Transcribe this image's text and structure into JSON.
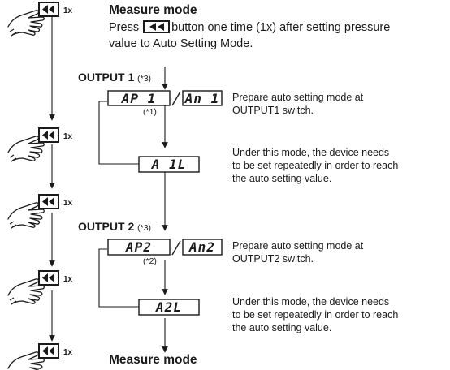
{
  "measure_mode_top": {
    "title": "Measure mode",
    "press_prefix": "Press",
    "press_rest_line1": "button one time (1x) after setting pressure",
    "line2": "value to Auto Setting Mode.",
    "button_icon": "rewind-button-icon"
  },
  "press_count": "1x",
  "hand_icon": "pressing-hand-icon",
  "output1": {
    "label": "OUTPUT 1",
    "note": "(*3)",
    "display_a": "AP 1",
    "display_b": "An 1",
    "sub_note": "(*1)",
    "display_c": "A 1L",
    "prepare_text": [
      "Prepare auto setting mode at",
      "OUTPUT1 switch."
    ],
    "repeat_text": [
      "Under this mode, the device needs",
      "to be set repeatedly in order to reach",
      "the auto setting value."
    ]
  },
  "output2": {
    "label": "OUTPUT 2",
    "note": "(*3)",
    "display_a": "AP2",
    "display_b": "An2",
    "sub_note": "(*2)",
    "display_c": "A2L",
    "prepare_text": [
      "Prepare auto setting mode at",
      "OUTPUT2 switch."
    ],
    "repeat_text": [
      "Under this mode, the device needs",
      "to be set repeatedly in order to reach",
      "the auto setting value."
    ]
  },
  "measure_mode_bottom": {
    "title": "Measure mode"
  },
  "colors": {
    "line": "#1a1a1a",
    "background": "#ffffff"
  }
}
